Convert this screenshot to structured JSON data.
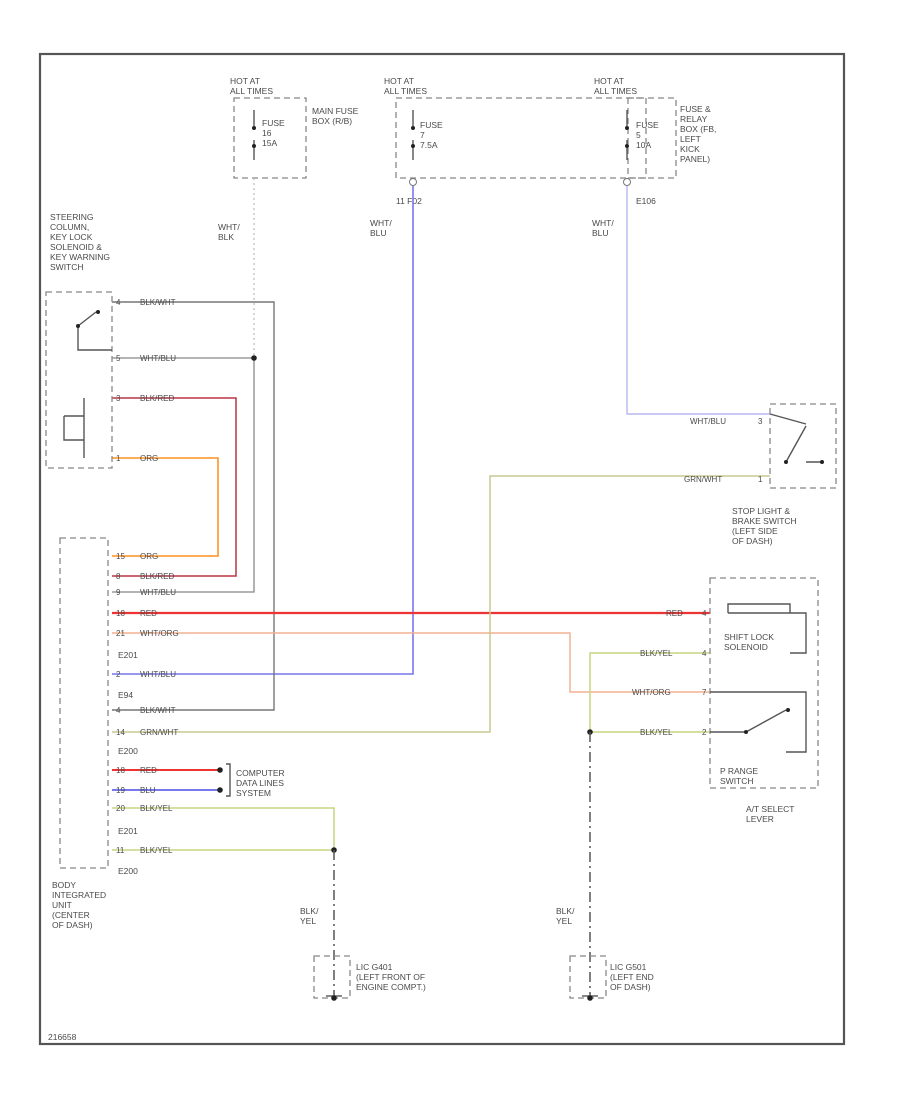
{
  "diagram": {
    "figure_id": "216658",
    "power": {
      "hot_always": "HOT AT\nALL TIMES",
      "fuse_a_hot": "HOT AT\nALL TIMES",
      "fuse_a_name": "FUSE\n16\n15A",
      "fuse_a_box": "MAIN FUSE\nBOX (R/B)",
      "fuse_b_hot": "HOT AT\nALL TIMES",
      "fuse_b_name": "FUSE\n7\n7.5A",
      "fuse_c_hot": "HOT AT\nALL TIMES",
      "fuse_c_name": "FUSE\n5\n10A",
      "fuse_c_box": "FUSE &\nRELAY\nBOX (FB,\nLEFT\nKICK\nPANEL)",
      "conn_b": "11 F02",
      "conn_c": "E106"
    },
    "wires": {
      "w_fuse_a": "WHT/\nBLK",
      "w_fuse_b": "WHT/\nBLU",
      "w_fuse_c": "WHT/\nBLU"
    },
    "steering": {
      "name": "STEERING\nCOLUMN,\nKEY LOCK\nSOLENOID &\nKEY WARNING\nSWITCH",
      "pins": [
        {
          "pin": "4",
          "wire": "BLK/WHT"
        },
        {
          "pin": "5",
          "wire": "WHT/BLU"
        },
        {
          "pin": "3",
          "wire": "BLK/RED"
        },
        {
          "pin": "1",
          "wire": "ORG"
        }
      ]
    },
    "stoplight": {
      "name": "STOP LIGHT &\nBRAKE SWITCH\n(LEFT SIDE\nOF DASH)",
      "pins": [
        {
          "pin": "3",
          "wire": "WHT/BLU"
        },
        {
          "pin": "1",
          "wire": "GRN/WHT"
        }
      ]
    },
    "bcu": {
      "name": "BODY\nINTEGRATED\nUNIT\n(CENTER\nOF DASH)",
      "conn1": "E201",
      "conn2": "E94",
      "conn3": "E200",
      "conn4": "E201",
      "conn5": "E200",
      "pins": [
        {
          "pin": "15",
          "wire": "ORG"
        },
        {
          "pin": "8",
          "wire": "BLK/RED"
        },
        {
          "pin": "9",
          "wire": "WHT/BLU"
        },
        {
          "pin": "18",
          "wire": "RED"
        },
        {
          "pin": "21",
          "wire": "WHT/ORG"
        },
        {
          "pin": "2",
          "wire": "WHT/BLU"
        },
        {
          "pin": "4",
          "wire": "BLK/WHT"
        },
        {
          "pin": "14",
          "wire": "GRN/WHT"
        },
        {
          "pin": "18",
          "wire": "RED"
        },
        {
          "pin": "19",
          "wire": "BLU"
        },
        {
          "pin": "20",
          "wire": "BLK/YEL"
        },
        {
          "pin": "11",
          "wire": "BLK/YEL"
        }
      ]
    },
    "datalines": "COMPUTER\nDATA LINES\nSYSTEM",
    "at_select": {
      "name": "A/T SELECT\nLEVER",
      "solenoid": "SHIFT LOCK\nSOLENOID",
      "prange": "P RANGE\nSWITCH",
      "pins": [
        {
          "pin": "4",
          "wire": "RED"
        },
        {
          "pin": "4",
          "wire": "BLK/YEL"
        },
        {
          "pin": "7",
          "wire": "WHT/ORG"
        },
        {
          "pin": "2",
          "wire": "BLK/YEL"
        }
      ]
    },
    "grounds": [
      {
        "wire": "BLK/\nYEL",
        "name": "LIC G401\n(LEFT FRONT OF\nENGINE COMPT.)"
      },
      {
        "wire": "BLK/\nYEL",
        "name": "LIC G501\n(LEFT END\nOF DASH)"
      }
    ],
    "colors": {
      "red": "#ee3333",
      "blue": "#7777ee",
      "orange": "#ffa040",
      "darkred": "#bb3344",
      "lightorange": "#f0b090",
      "olive": "#c8c890",
      "yellowgreen": "#c8d480",
      "gray": "#666666",
      "lightgray": "#aaaaaa"
    }
  }
}
